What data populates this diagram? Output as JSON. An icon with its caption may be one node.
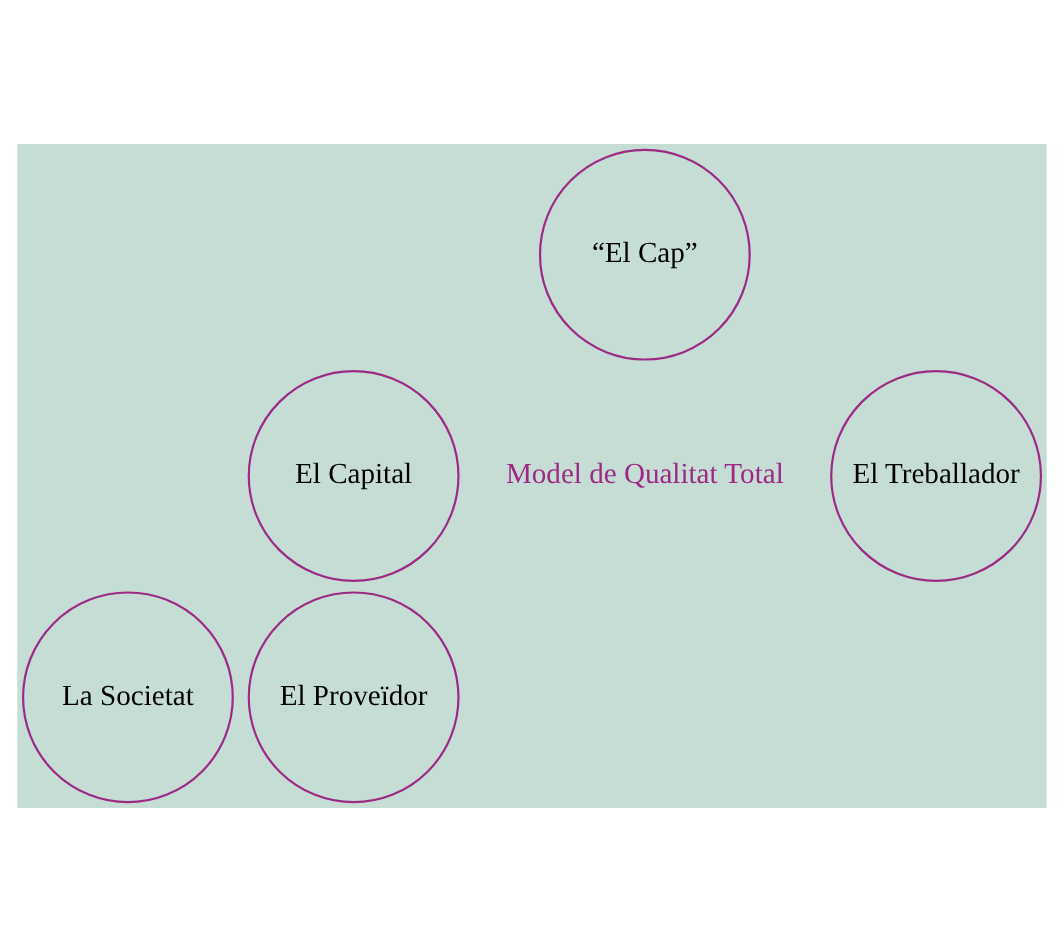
{
  "diagram": {
    "nodes": [
      {
        "text": [
          "“El Cap”"
        ]
      },
      {
        "text": [
          "El Capital"
        ]
      },
      {
        "text": [
          "El Treballador"
        ]
      },
      {
        "text": [
          "La Societat"
        ]
      },
      {
        "text": [
          "El Proveïdor"
        ]
      }
    ],
    "labels": [
      "Model de Qualitat Total"
    ]
  }
}
